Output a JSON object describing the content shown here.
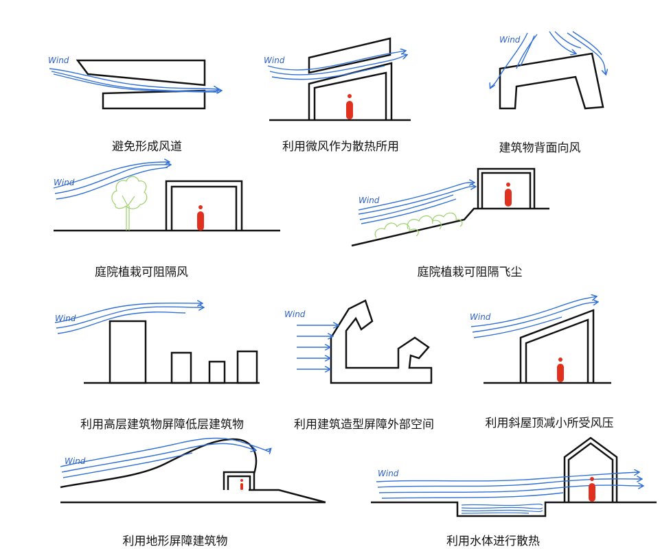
{
  "wind_label": "Wind",
  "colors": {
    "wind": "#2f6fd6",
    "person": "#e0311e",
    "plant": "#9bd06a",
    "line": "#111111",
    "water": "#2f6fd6"
  },
  "captions": {
    "p1": "避免形成风道",
    "p2": "利用微风作为散热所用",
    "p3": "建筑物背面向风",
    "p4": "庭院植栽可阻隔风",
    "p5": "庭院植栽可阻隔飞尘",
    "p6": "利用高层建筑物屏障低层建筑物",
    "p7": "利用建筑造型屏障外部空间",
    "p8": "利用斜屋顶减小所受风压",
    "p9": "利用地形屏障建筑物",
    "p10": "利用水体进行散热"
  }
}
